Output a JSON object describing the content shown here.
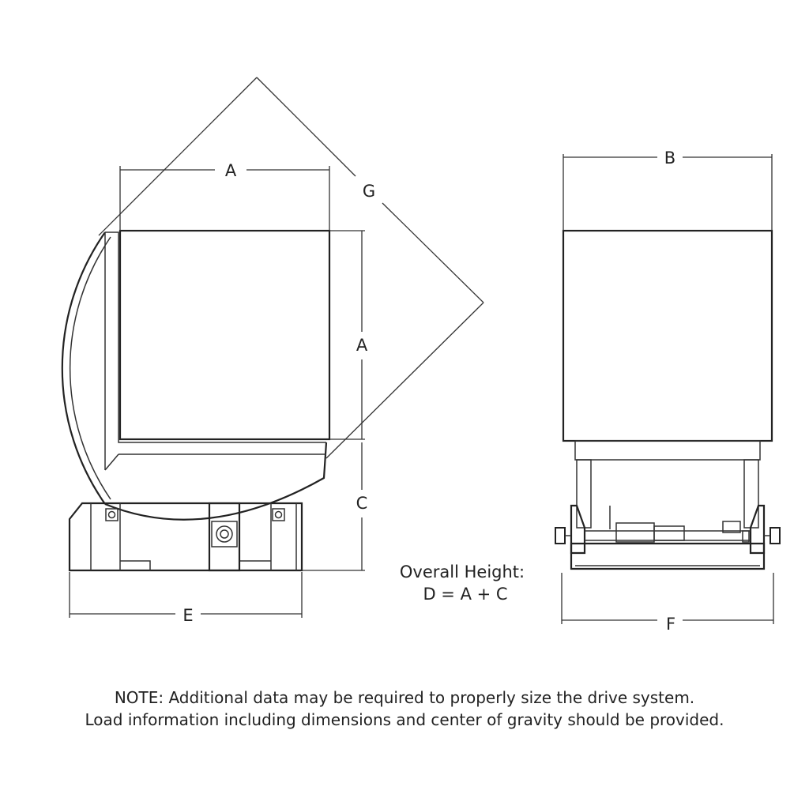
{
  "labels": {
    "a_top": "A",
    "a_side": "A",
    "b": "B",
    "c": "C",
    "e": "E",
    "f": "F",
    "g": "G"
  },
  "overall_height": {
    "line1": "Overall Height:",
    "line2": "D = A + C"
  },
  "note": {
    "line1": "NOTE: Additional data may be required to properly size the drive system.",
    "line2": "Load information including dimensions and center of gravity should be provided."
  }
}
